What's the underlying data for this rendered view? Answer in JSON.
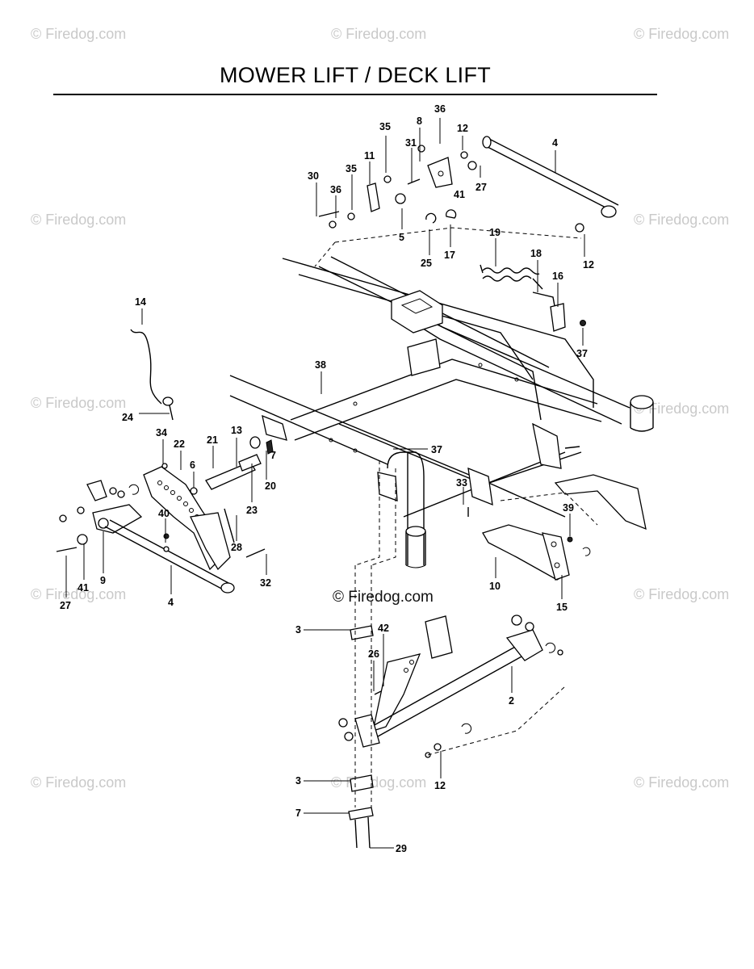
{
  "title": "MOWER LIFT / DECK LIFT",
  "watermark": "© Firedog.com",
  "callouts": {
    "c1": "35",
    "c2": "36",
    "c3": "8",
    "c4": "12",
    "c5": "31",
    "c6": "4",
    "c7": "11",
    "c8": "35",
    "c9": "30",
    "c10": "36",
    "c11": "41",
    "c12": "27",
    "c13": "5",
    "c14": "19",
    "c15": "25",
    "c16": "17",
    "c17": "12",
    "c18": "18",
    "c19": "16",
    "c20": "37",
    "c21": "14",
    "c22": "38",
    "c23": "24",
    "c24": "34",
    "c25": "22",
    "c26": "21",
    "c27": "13",
    "c28": "6",
    "c29": "7",
    "c30": "20",
    "c31": "37",
    "c32": "23",
    "c33": "33",
    "c34": "40",
    "c35": "28",
    "c36": "39",
    "c37": "9",
    "c38": "41",
    "c39": "32",
    "c40": "27",
    "c41": "4",
    "c42": "10",
    "c43": "15",
    "c44": "3",
    "c45": "42",
    "c46": "26",
    "c47": "2",
    "c48": "12",
    "c49": "3",
    "c50": "7",
    "c51": "29"
  }
}
